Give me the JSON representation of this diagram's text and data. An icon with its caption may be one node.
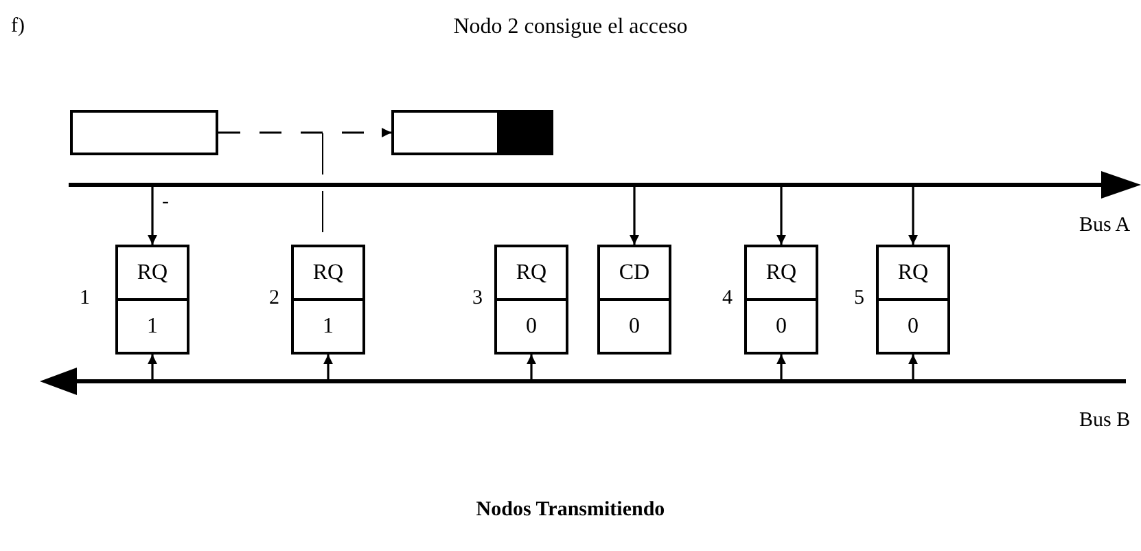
{
  "diagram": {
    "title": "Nodo 2 consigue el acceso",
    "caption": "Nodos Transmitiendo",
    "nodes": [
      {
        "text": [],
        "shape": "box"
      },
      {
        "text": [],
        "shape": "box"
      },
      {
        "text": [],
        "shape": "bar",
        "beside": [
          "Bus A"
        ]
      },
      {
        "text": [
          "RQ",
          "1"
        ],
        "beside": [
          "1"
        ]
      },
      {
        "text": [
          "RQ",
          "1"
        ],
        "beside": [
          "2"
        ]
      },
      {
        "text": [
          "RQ",
          "0"
        ],
        "beside": [
          "3"
        ]
      },
      {
        "text": [
          "CD",
          "0"
        ]
      },
      {
        "text": [
          "RQ",
          "0"
        ],
        "beside": [
          "4"
        ]
      },
      {
        "text": [
          "RQ",
          "0"
        ],
        "beside": [
          "5"
        ]
      },
      {
        "text": [],
        "shape": "bar",
        "beside": [
          "Bus B"
        ]
      }
    ],
    "edges": [
      {
        "from": 0,
        "to": 1,
        "arrow": "to",
        "style": "dashed"
      },
      {
        "from": null,
        "to": 4,
        "arrow": "none",
        "style": "dashed"
      },
      {
        "from": 2,
        "to": 3,
        "arrow": "to"
      },
      {
        "from": 2,
        "to": 6,
        "arrow": "to"
      },
      {
        "from": 2,
        "to": 7,
        "arrow": "to"
      },
      {
        "from": 2,
        "to": 8,
        "arrow": "to"
      },
      {
        "from": 9,
        "to": 3,
        "arrow": "to"
      },
      {
        "from": 9,
        "to": 4,
        "arrow": "to"
      },
      {
        "from": 9,
        "to": 5,
        "arrow": "to"
      },
      {
        "from": 9,
        "to": 7,
        "arrow": "to"
      },
      {
        "from": 9,
        "to": 8,
        "arrow": "to"
      }
    ],
    "labels": [
      "f)",
      "-"
    ]
  }
}
